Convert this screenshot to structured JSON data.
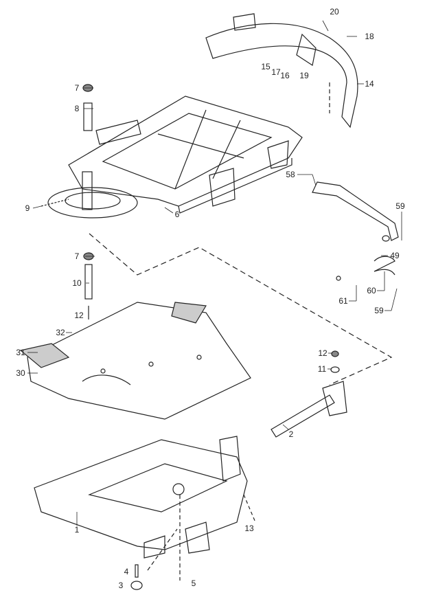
{
  "diagram": {
    "type": "exploded parts diagram",
    "callouts": {
      "c20": "20",
      "c18": "18",
      "c15": "15",
      "c17": "17",
      "c16": "16",
      "c19": "19",
      "c14": "14",
      "c7a": "7",
      "c8": "8",
      "c9": "9",
      "c6": "6",
      "c58": "58",
      "c59a": "59",
      "c49": "49",
      "c7b": "7",
      "c10": "10",
      "c12a": "12",
      "c61": "61",
      "c60": "60",
      "c59b": "59",
      "c32": "32",
      "c31": "31",
      "c30": "30",
      "c12b": "12",
      "c11": "11",
      "c2": "2",
      "c13": "13",
      "c1": "1",
      "c4": "4",
      "c3": "3",
      "c5": "5"
    }
  }
}
